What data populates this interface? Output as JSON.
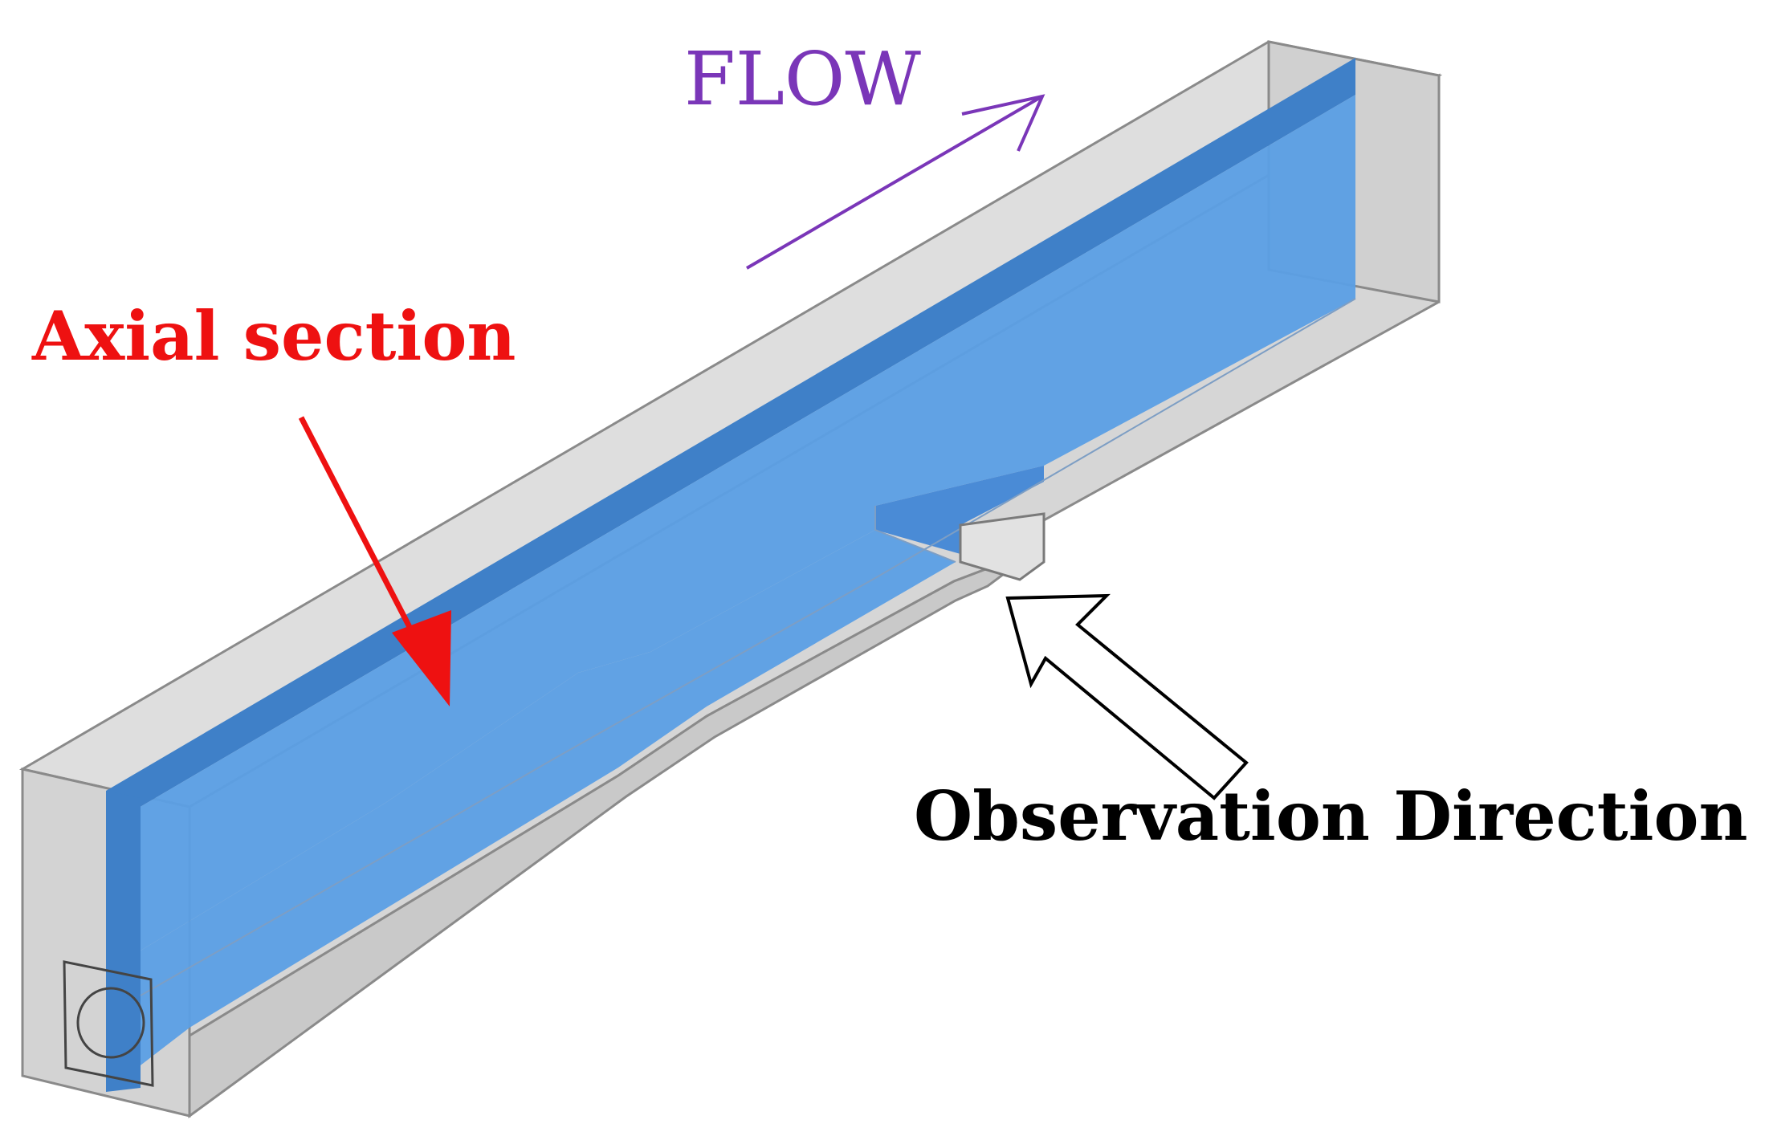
{
  "labels": {
    "flow": "FLOW",
    "axial_section": "Axial section",
    "observation_direction": "Observation Direction"
  },
  "colors": {
    "flow_text": "#7a36b8",
    "flow_arrow": "#7a36b8",
    "axial_text": "#ee1111",
    "axial_arrow": "#ee1111",
    "observation_text": "#000000",
    "channel_gray": "#d9d9d9",
    "channel_gray_dark": "#c8c8c8",
    "edge_gray": "#8a8a8a",
    "water_blue": "#5c9fe4",
    "water_blue_dark": "#3f80c8"
  },
  "icons": {
    "flow_arrow": "open-arrow-icon",
    "axial_arrow": "red-arrow-icon",
    "observation_arrow": "hollow-arrow-icon",
    "inlet": "circular-inlet-icon"
  }
}
